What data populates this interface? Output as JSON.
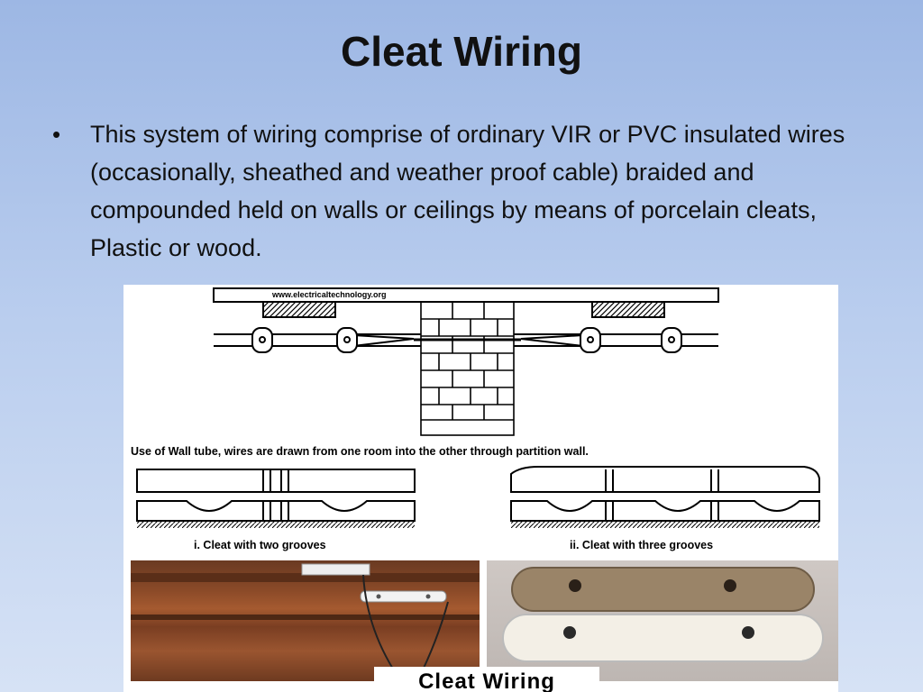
{
  "slide": {
    "title": "Cleat Wiring",
    "bullets": [
      "This system of wiring comprise of ordinary VIR or PVC insulated wires (occasionally, sheathed and weather proof cable) braided and compounded held on walls or ceilings by means of porcelain cleats, Plastic or wood."
    ]
  },
  "figure": {
    "watermark": "www.electricaltechnology.org",
    "wall_tube_caption": "Use of Wall tube, wires are drawn from one room into the other through partition wall.",
    "cleat_two_caption": "i. Cleat with two grooves",
    "cleat_three_caption": "ii. Cleat with three grooves",
    "photo_caption": "Cleat Wiring"
  }
}
